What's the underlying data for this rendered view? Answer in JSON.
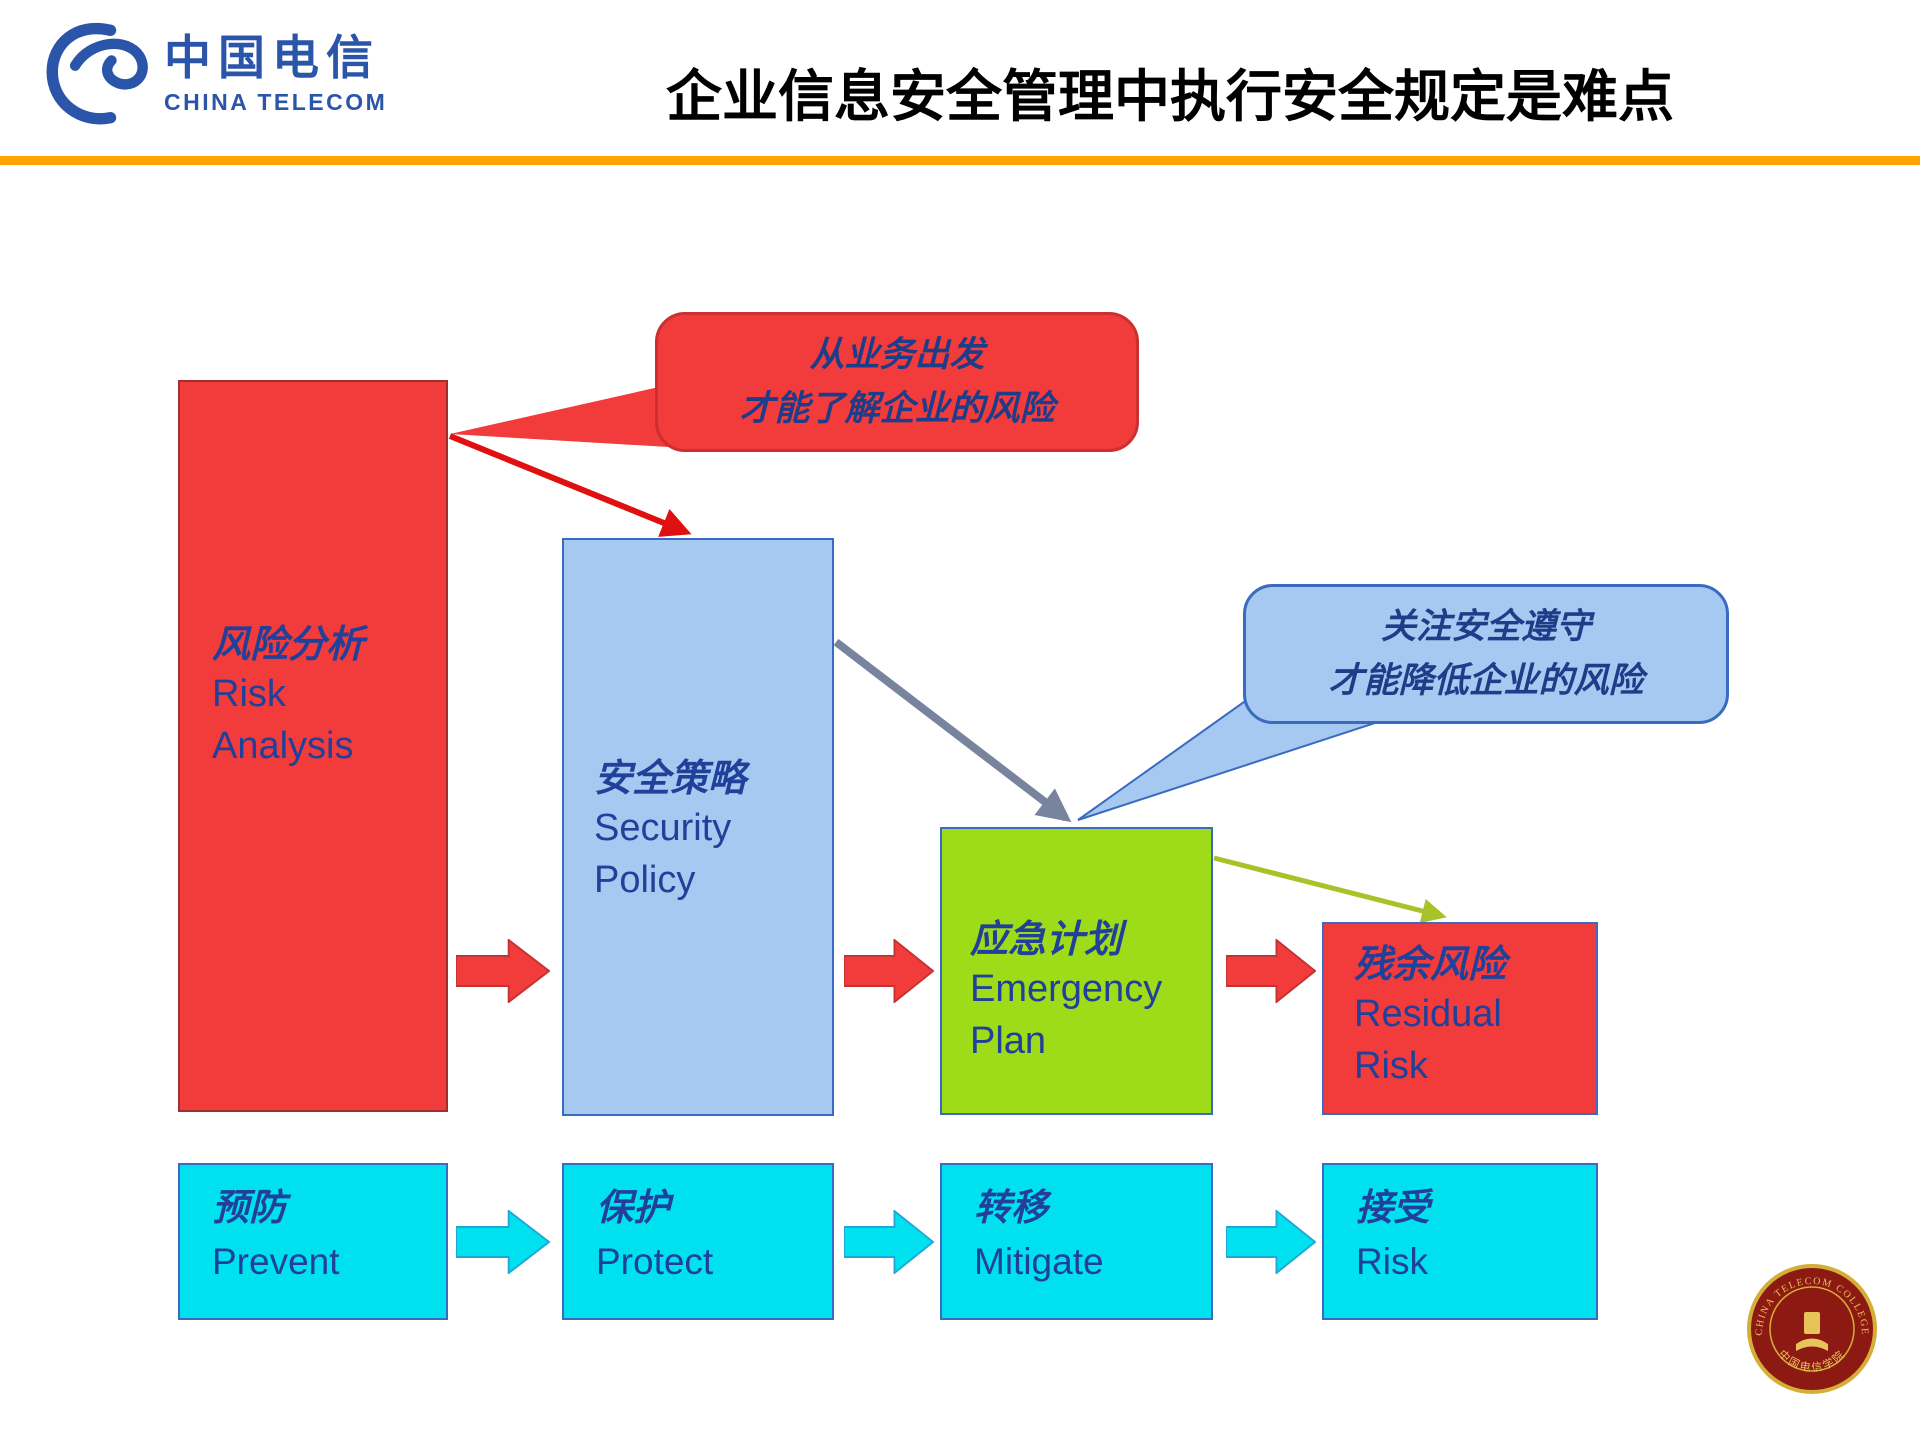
{
  "header": {
    "logo_cn": "中国电信",
    "logo_en": "CHINA TELECOM",
    "title": "企业信息安全管理中执行安全规定是难点"
  },
  "callouts": {
    "business": {
      "line1": "从业务出发",
      "line2": "才能了解企业的风险"
    },
    "compliance": {
      "line1": "关注安全遵守",
      "line2": "才能降低企业的风险"
    }
  },
  "flow": {
    "risk_analysis": {
      "cn": "风险分析",
      "en1": "Risk",
      "en2": "Analysis"
    },
    "security_policy": {
      "cn": "安全策略",
      "en1": "Security",
      "en2": "Policy"
    },
    "emergency_plan": {
      "cn": "应急计划",
      "en1": "Emergency",
      "en2": "Plan"
    },
    "residual_risk": {
      "cn": "残余风险",
      "en1": "Residual",
      "en2": "Risk"
    }
  },
  "strategies": {
    "prevent": {
      "cn": "预防",
      "en": "Prevent"
    },
    "protect": {
      "cn": "保护",
      "en": "Protect"
    },
    "mitigate": {
      "cn": "转移",
      "en": "Mitigate"
    },
    "accept": {
      "cn": "接受",
      "en": "Risk"
    }
  },
  "seal": {
    "top_text": "CHINA TELECOM COLLEGE",
    "bottom_text": "中国电信学院"
  },
  "colors": {
    "red": "#F23B3B",
    "light_blue": "#A6C9F2",
    "green": "#9EDB19",
    "cyan": "#00E1EF",
    "box_text_blue": "#21409A",
    "border_blue": "#3A6BC0",
    "rule_orange": "#FFA400",
    "gray_arrow": "#78849E",
    "olive_arrow": "#A8C32A",
    "logo_blue": "#2B55A8"
  }
}
